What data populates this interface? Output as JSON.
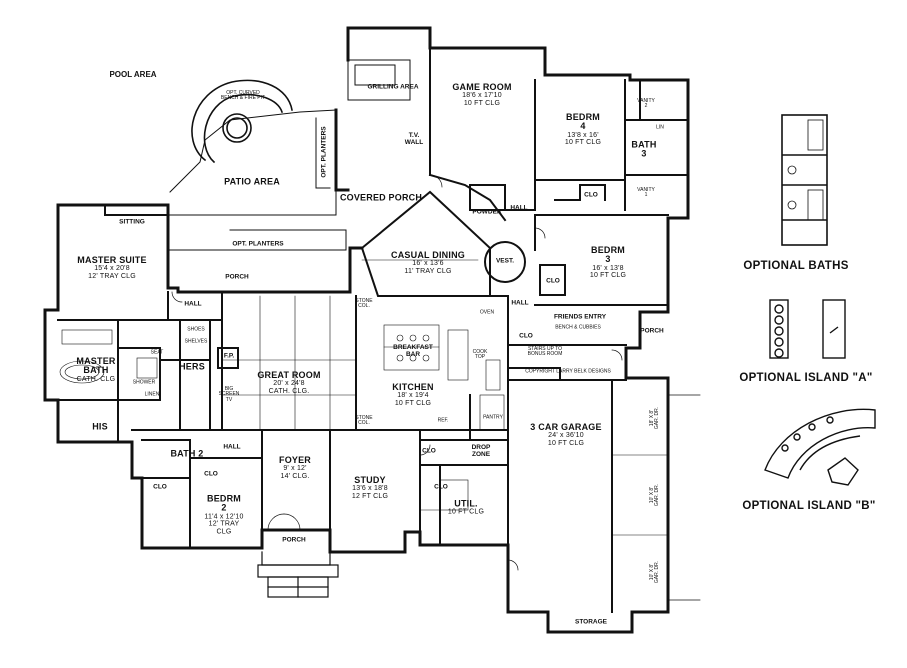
{
  "labels": {
    "pool_area": "POOL AREA",
    "opt_bench": "OPT. CURVED\nBENCH & FIRE PIT",
    "patio": "PATIO AREA",
    "grilling": "GRILLING AREA",
    "opt_planters_v": "OPT. PLANTERS",
    "opt_planters_h": "OPT. PLANTERS",
    "covered_porch": "COVERED PORCH",
    "tv_wall": "T.V.\nWALL",
    "sitting": "SITTING",
    "game_room": {
      "name": "GAME ROOM",
      "dims": "18'6 x 17'10\n10 FT CLG"
    },
    "bedrm4": {
      "name": "BEDRM\n4",
      "dims": "13'8 x 16'\n10 FT CLG"
    },
    "vanity2": "VANITY\n2",
    "bath3": "BATH\n3",
    "vanity1": "VANITY\n1",
    "lin": "LIN",
    "clo_b4": "CLO",
    "hall_upper": "HALL",
    "powder": "POWDER",
    "vest": "VEST.",
    "master_suite": {
      "name": "MASTER SUITE",
      "dims": "15'4 x 20'8\n12' TRAY CLG"
    },
    "casual_dining": {
      "name": "CASUAL DINING",
      "dims": "16' x 13'6\n11' TRAY CLG"
    },
    "bedrm3": {
      "name": "BEDRM\n3",
      "dims": "16' x 13'8\n10 FT CLG"
    },
    "clo_b3": "CLO",
    "porch_mid": "PORCH",
    "hall_left": "HALL",
    "hall_right": "HALL",
    "friends_entry": "FRIENDS ENTRY",
    "bench_cubbies": "BENCH & CUBBIES",
    "porch_right": "PORCH",
    "clo_fe": "CLO",
    "stairs": "STAIRS UP TO\nBONUS ROOM",
    "copyright": "COPYRIGHT LARRY BELK DESIGNS",
    "oven": "OVEN",
    "cooktop": "COOK\nTOP",
    "breakfast_bar": "BREAKFAST\nBAR",
    "stone_col_1": "STONE\nCOL.",
    "stone_col_2": "STONE\nCOL.",
    "shoes": "SHOES",
    "shelves": "SHELVES",
    "hers": "HERS",
    "fp": "F.P.",
    "great_room": {
      "name": "GREAT ROOM",
      "dims": "20' x 24'8\nCATH. CLG."
    },
    "big_screen": "BIG\nSCREEN\nTV",
    "kitchen": {
      "name": "KITCHEN",
      "dims": "18' x 19'4\n10 FT CLG"
    },
    "master_bath": {
      "name": "MASTER\nBATH",
      "dims": "CATH. CLG"
    },
    "seat": "SEAT",
    "shower": "SHOWER",
    "linen": "LINEN",
    "his": "HIS",
    "bath2": "BATH 2",
    "hall_lower": "HALL",
    "foyer": {
      "name": "FOYER",
      "dims": "9' x 12'\n14' CLG."
    },
    "study": {
      "name": "STUDY",
      "dims": "13'6 x 18'8\n12 FT CLG"
    },
    "clo_bath2": "CLO",
    "clo_bed2": "CLO",
    "bedrm2": {
      "name": "BEDRM\n2",
      "dims": "11'4 x 12'10\n12' TRAY\nCLG"
    },
    "porch_front": "PORCH",
    "clo_util": "CLO",
    "drop_zone": "DROP\nZONE",
    "pantry": "PANTRY",
    "ref": "REF.",
    "util": {
      "name": "UTIL.",
      "dims": "10 FT CLG"
    },
    "clo_util2": "CLO",
    "garage": {
      "name": "3 CAR GARAGE",
      "dims": "24' x 36'10\n10 FT CLG"
    },
    "storage": "STORAGE",
    "garage_door_1": "18' X 8'\nGAR. DR.",
    "garage_door_2": "10' X 8'\nGAR. DR.",
    "garage_door_3": "10' X 8'\nGAR. DR."
  },
  "options": {
    "baths": "OPTIONAL BATHS",
    "island_a": "OPTIONAL ISLAND \"A\"",
    "island_b": "OPTIONAL ISLAND \"B\""
  }
}
